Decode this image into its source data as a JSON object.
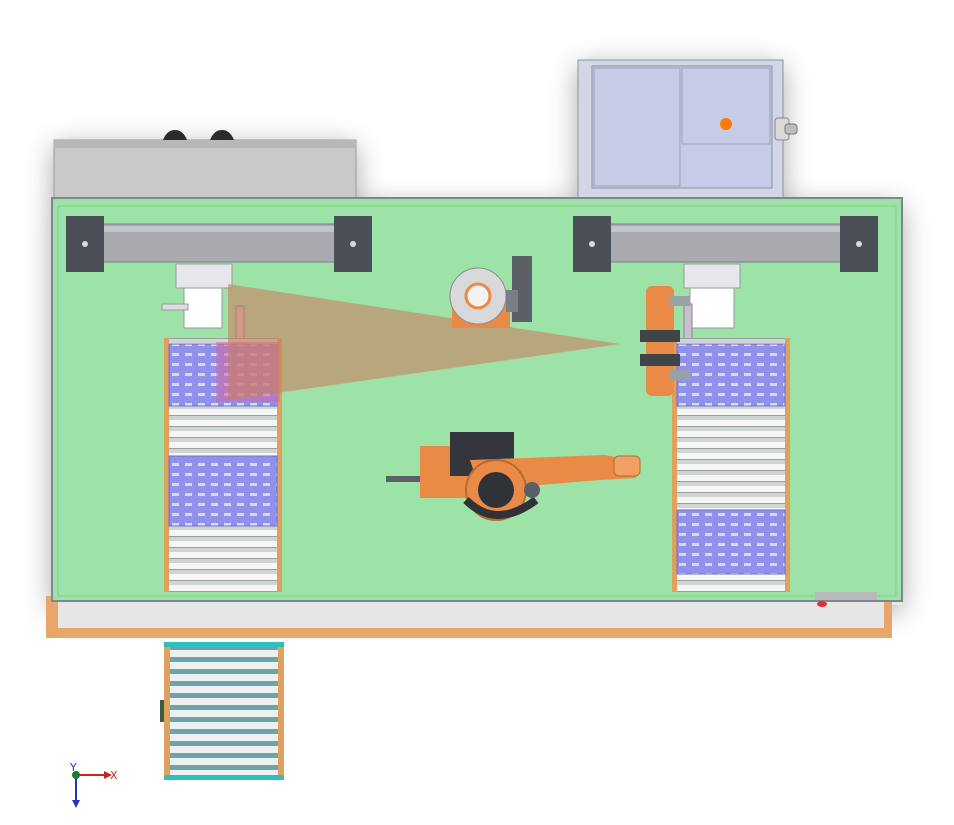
{
  "colors": {
    "background": "#ffffff",
    "cell_floor": "#9de3a8",
    "cell_border": "#7c8790",
    "base_plate": "#e8a66a",
    "cabinet": "#c9c9c9",
    "control_box": "#d7dae6",
    "robot": "#e98a46",
    "rail": "#a8aab0",
    "rail_end": "#4b4f57",
    "pallet": "#8c8ee8",
    "conveyor_frame": "#e0a15c",
    "roller": "#f3f3f3",
    "laser_beam": "#c97f5f",
    "inbound_frame": "#2fbfc0"
  },
  "axis": {
    "x_label": "X",
    "y_label": "Y",
    "x_color": "#cc2222",
    "y_color": "#2233cc",
    "origin_color": "#1f7a35"
  },
  "objects": {
    "left_gantry": "linear-gantry-left",
    "right_gantry": "linear-gantry-right",
    "robot": "industrial-robot-arm",
    "turntable": "positioner-turntable",
    "left_conveyor": "roller-conveyor-left",
    "right_conveyor": "roller-conveyor-right",
    "inbound_conveyor": "inbound-roller-conveyor",
    "control_cabinet": "control-cabinet",
    "electrical_cabinet": "electrical-cabinet"
  }
}
